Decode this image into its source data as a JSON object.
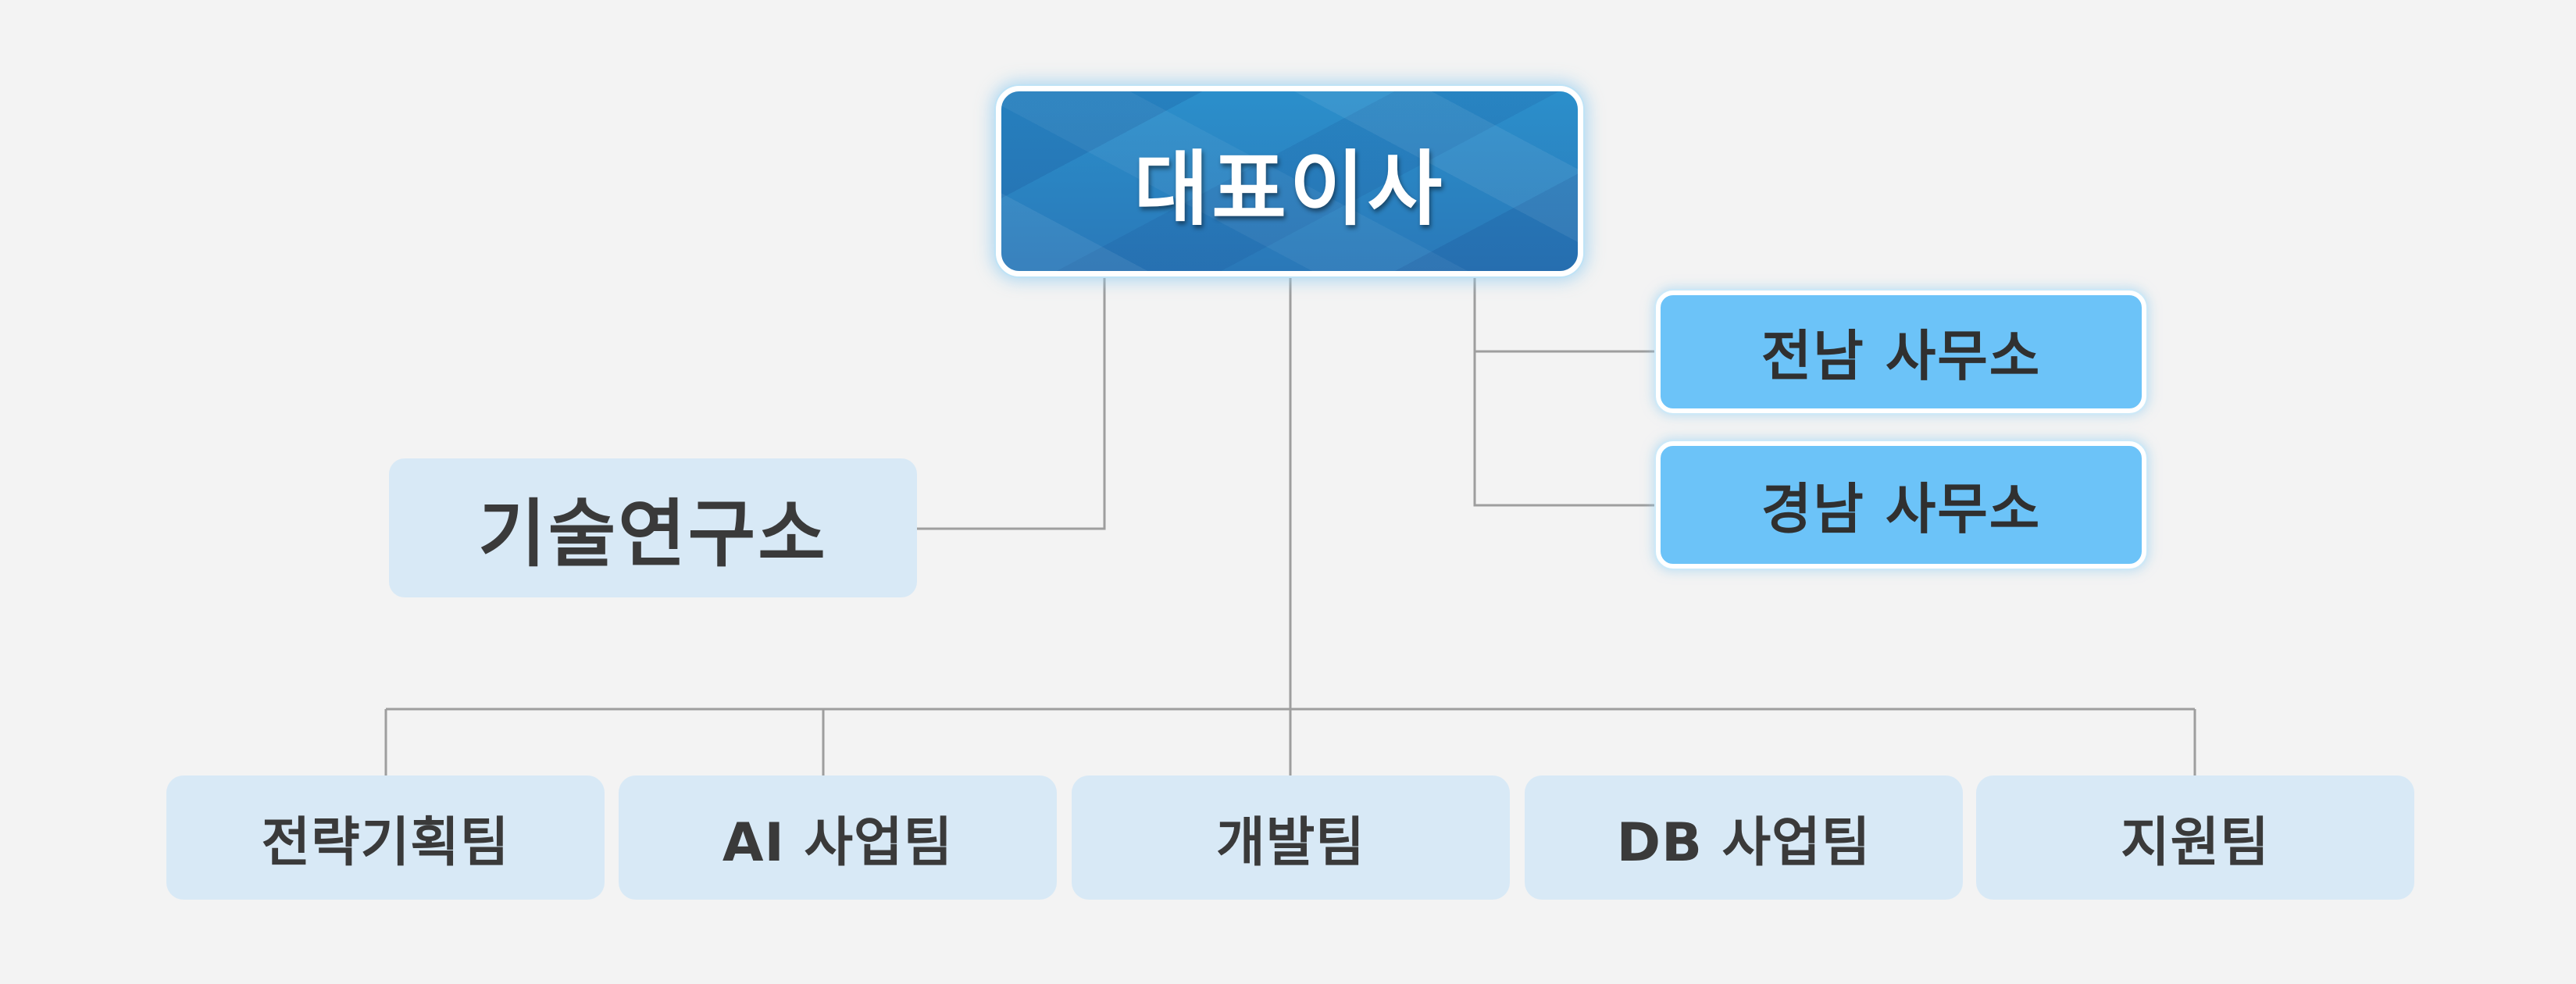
{
  "ceo": {
    "label": "대표이사"
  },
  "lab": {
    "label": "기술연구소"
  },
  "offices": [
    {
      "label": "전남 사무소"
    },
    {
      "label": "경남 사무소"
    }
  ],
  "teams": [
    {
      "label": "전략기획팀"
    },
    {
      "label": "AI 사업팀"
    },
    {
      "label": "개발팀"
    },
    {
      "label": "DB 사업팀"
    },
    {
      "label": "지원팀"
    }
  ],
  "colors": {
    "ceo_fill": "#2a82c0",
    "office_fill": "#6cc3f8",
    "unit_fill": "#d8e9f6",
    "connector": "#9e9e9e",
    "background": "#f3f3f3"
  }
}
